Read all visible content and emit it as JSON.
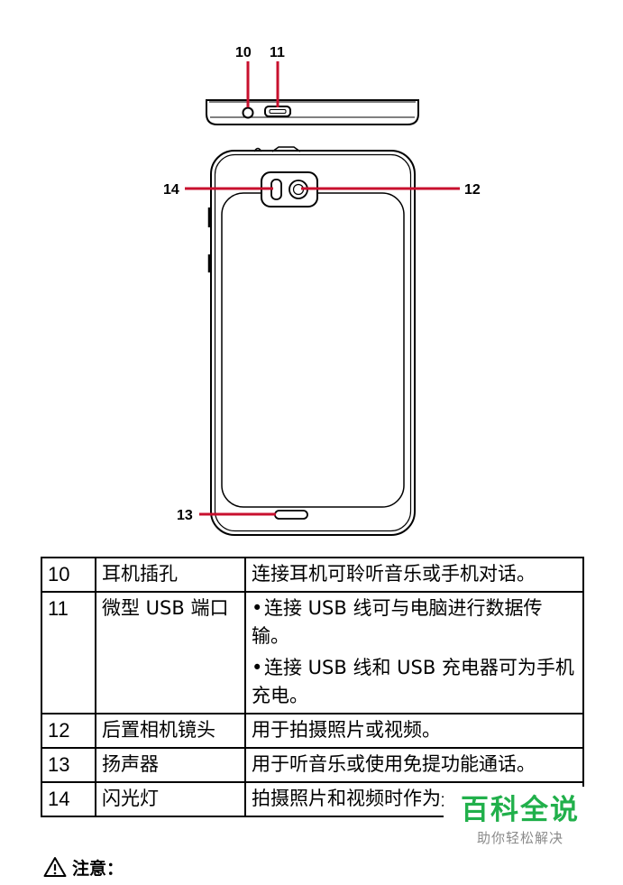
{
  "diagram": {
    "callouts": [
      "10",
      "11",
      "12",
      "13",
      "14"
    ]
  },
  "table": {
    "rows": [
      {
        "num": "10",
        "name": "耳机插孔",
        "desc": [
          "连接耳机可聆听音乐或手机对话。"
        ]
      },
      {
        "num": "11",
        "name": "微型 USB 端口",
        "bullets": [
          "连接 USB 线可与电脑进行数据传输。",
          "连接 USB 线和 USB 充电器可为手机充电。"
        ]
      },
      {
        "num": "12",
        "name": "后置相机镜头",
        "desc": [
          "用于拍摄照片或视频。"
        ]
      },
      {
        "num": "13",
        "name": "扬声器",
        "desc": [
          "用于听音乐或使用免提功能通话。"
        ]
      },
      {
        "num": "14",
        "name": "闪光灯",
        "desc": [
          "拍摄照片和视频时作为光源。"
        ]
      }
    ]
  },
  "watermark": {
    "main": "百科全说",
    "sub": "助你轻松解决"
  },
  "note": {
    "label": "注意："
  },
  "icons": {
    "warning": "warning-triangle-icon"
  }
}
